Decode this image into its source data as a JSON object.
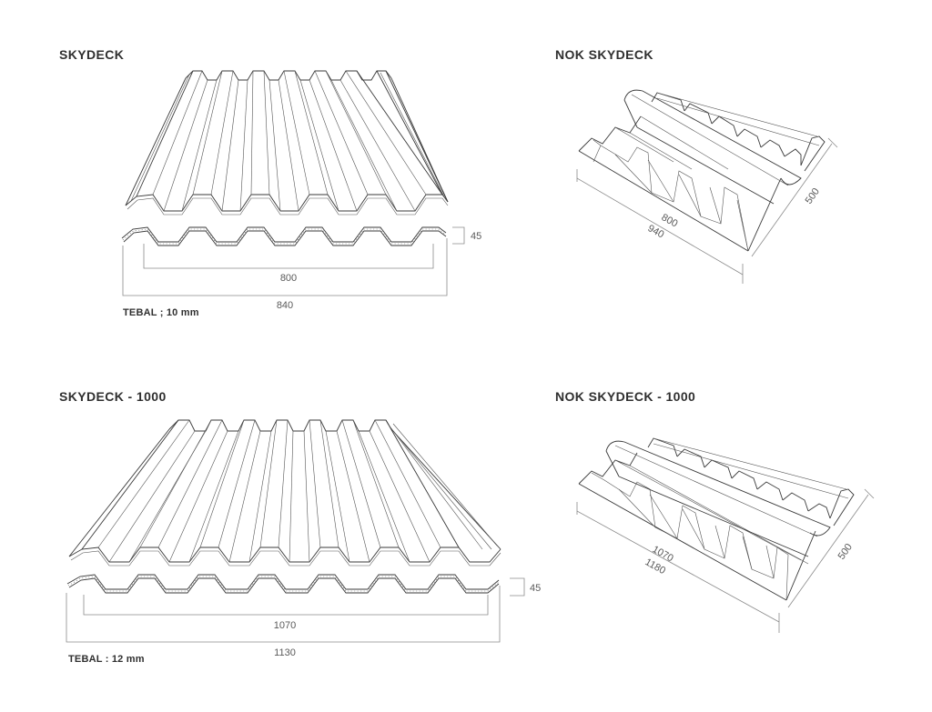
{
  "panels": {
    "skydeck": {
      "title": "SKYDECK",
      "thickness": "TEBAL ; 10 mm",
      "width_inner": "800",
      "width_outer": "840",
      "height": "45"
    },
    "nok_skydeck": {
      "title": "NOK SKYDECK",
      "len_inner": "800",
      "len_outer": "940",
      "depth": "500"
    },
    "skydeck_1000": {
      "title": "SKYDECK - 1000",
      "thickness": "TEBAL : 12 mm",
      "width_inner": "1070",
      "width_outer": "1130",
      "height": "45"
    },
    "nok_skydeck_1000": {
      "title": "NOK SKYDECK - 1000",
      "len_inner": "1070",
      "len_outer": "1180",
      "depth": "500"
    }
  }
}
